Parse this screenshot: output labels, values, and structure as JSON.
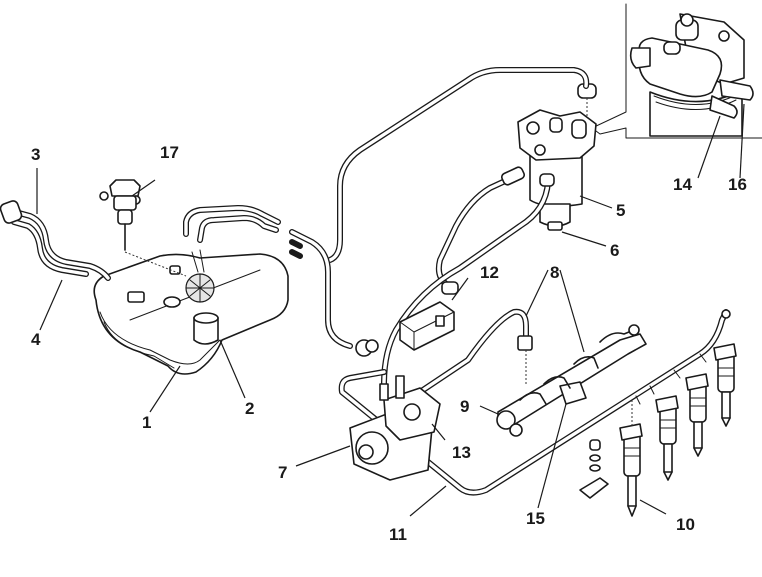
{
  "diagram": {
    "subject": "Diesel common-rail fuel system exploded view",
    "callouts": [
      {
        "id": "1",
        "label": "1",
        "part": "fuel-tank"
      },
      {
        "id": "2",
        "label": "2",
        "part": "fuel-pump-sender-unit"
      },
      {
        "id": "3",
        "label": "3",
        "part": "filler-neck"
      },
      {
        "id": "4",
        "label": "4",
        "part": "filler-vent-hose"
      },
      {
        "id": "5",
        "label": "5",
        "part": "fuel-filter"
      },
      {
        "id": "6",
        "label": "6",
        "part": "water-drain-plug"
      },
      {
        "id": "7",
        "label": "7",
        "part": "high-pressure-pump"
      },
      {
        "id": "8",
        "label": "8",
        "part": "high-pressure-lines"
      },
      {
        "id": "9",
        "label": "9",
        "part": "pressure-sensor"
      },
      {
        "id": "10",
        "label": "10",
        "part": "injector"
      },
      {
        "id": "11",
        "label": "11",
        "part": "return-line"
      },
      {
        "id": "12",
        "label": "12",
        "part": "fuel-heater"
      },
      {
        "id": "13",
        "label": "13",
        "part": "pressure-regulator"
      },
      {
        "id": "14",
        "label": "14",
        "part": "filter-inlet"
      },
      {
        "id": "15",
        "label": "15",
        "part": "fuel-rail"
      },
      {
        "id": "16",
        "label": "16",
        "part": "filter-outlet"
      },
      {
        "id": "17",
        "label": "17",
        "part": "tank-valve"
      }
    ]
  }
}
